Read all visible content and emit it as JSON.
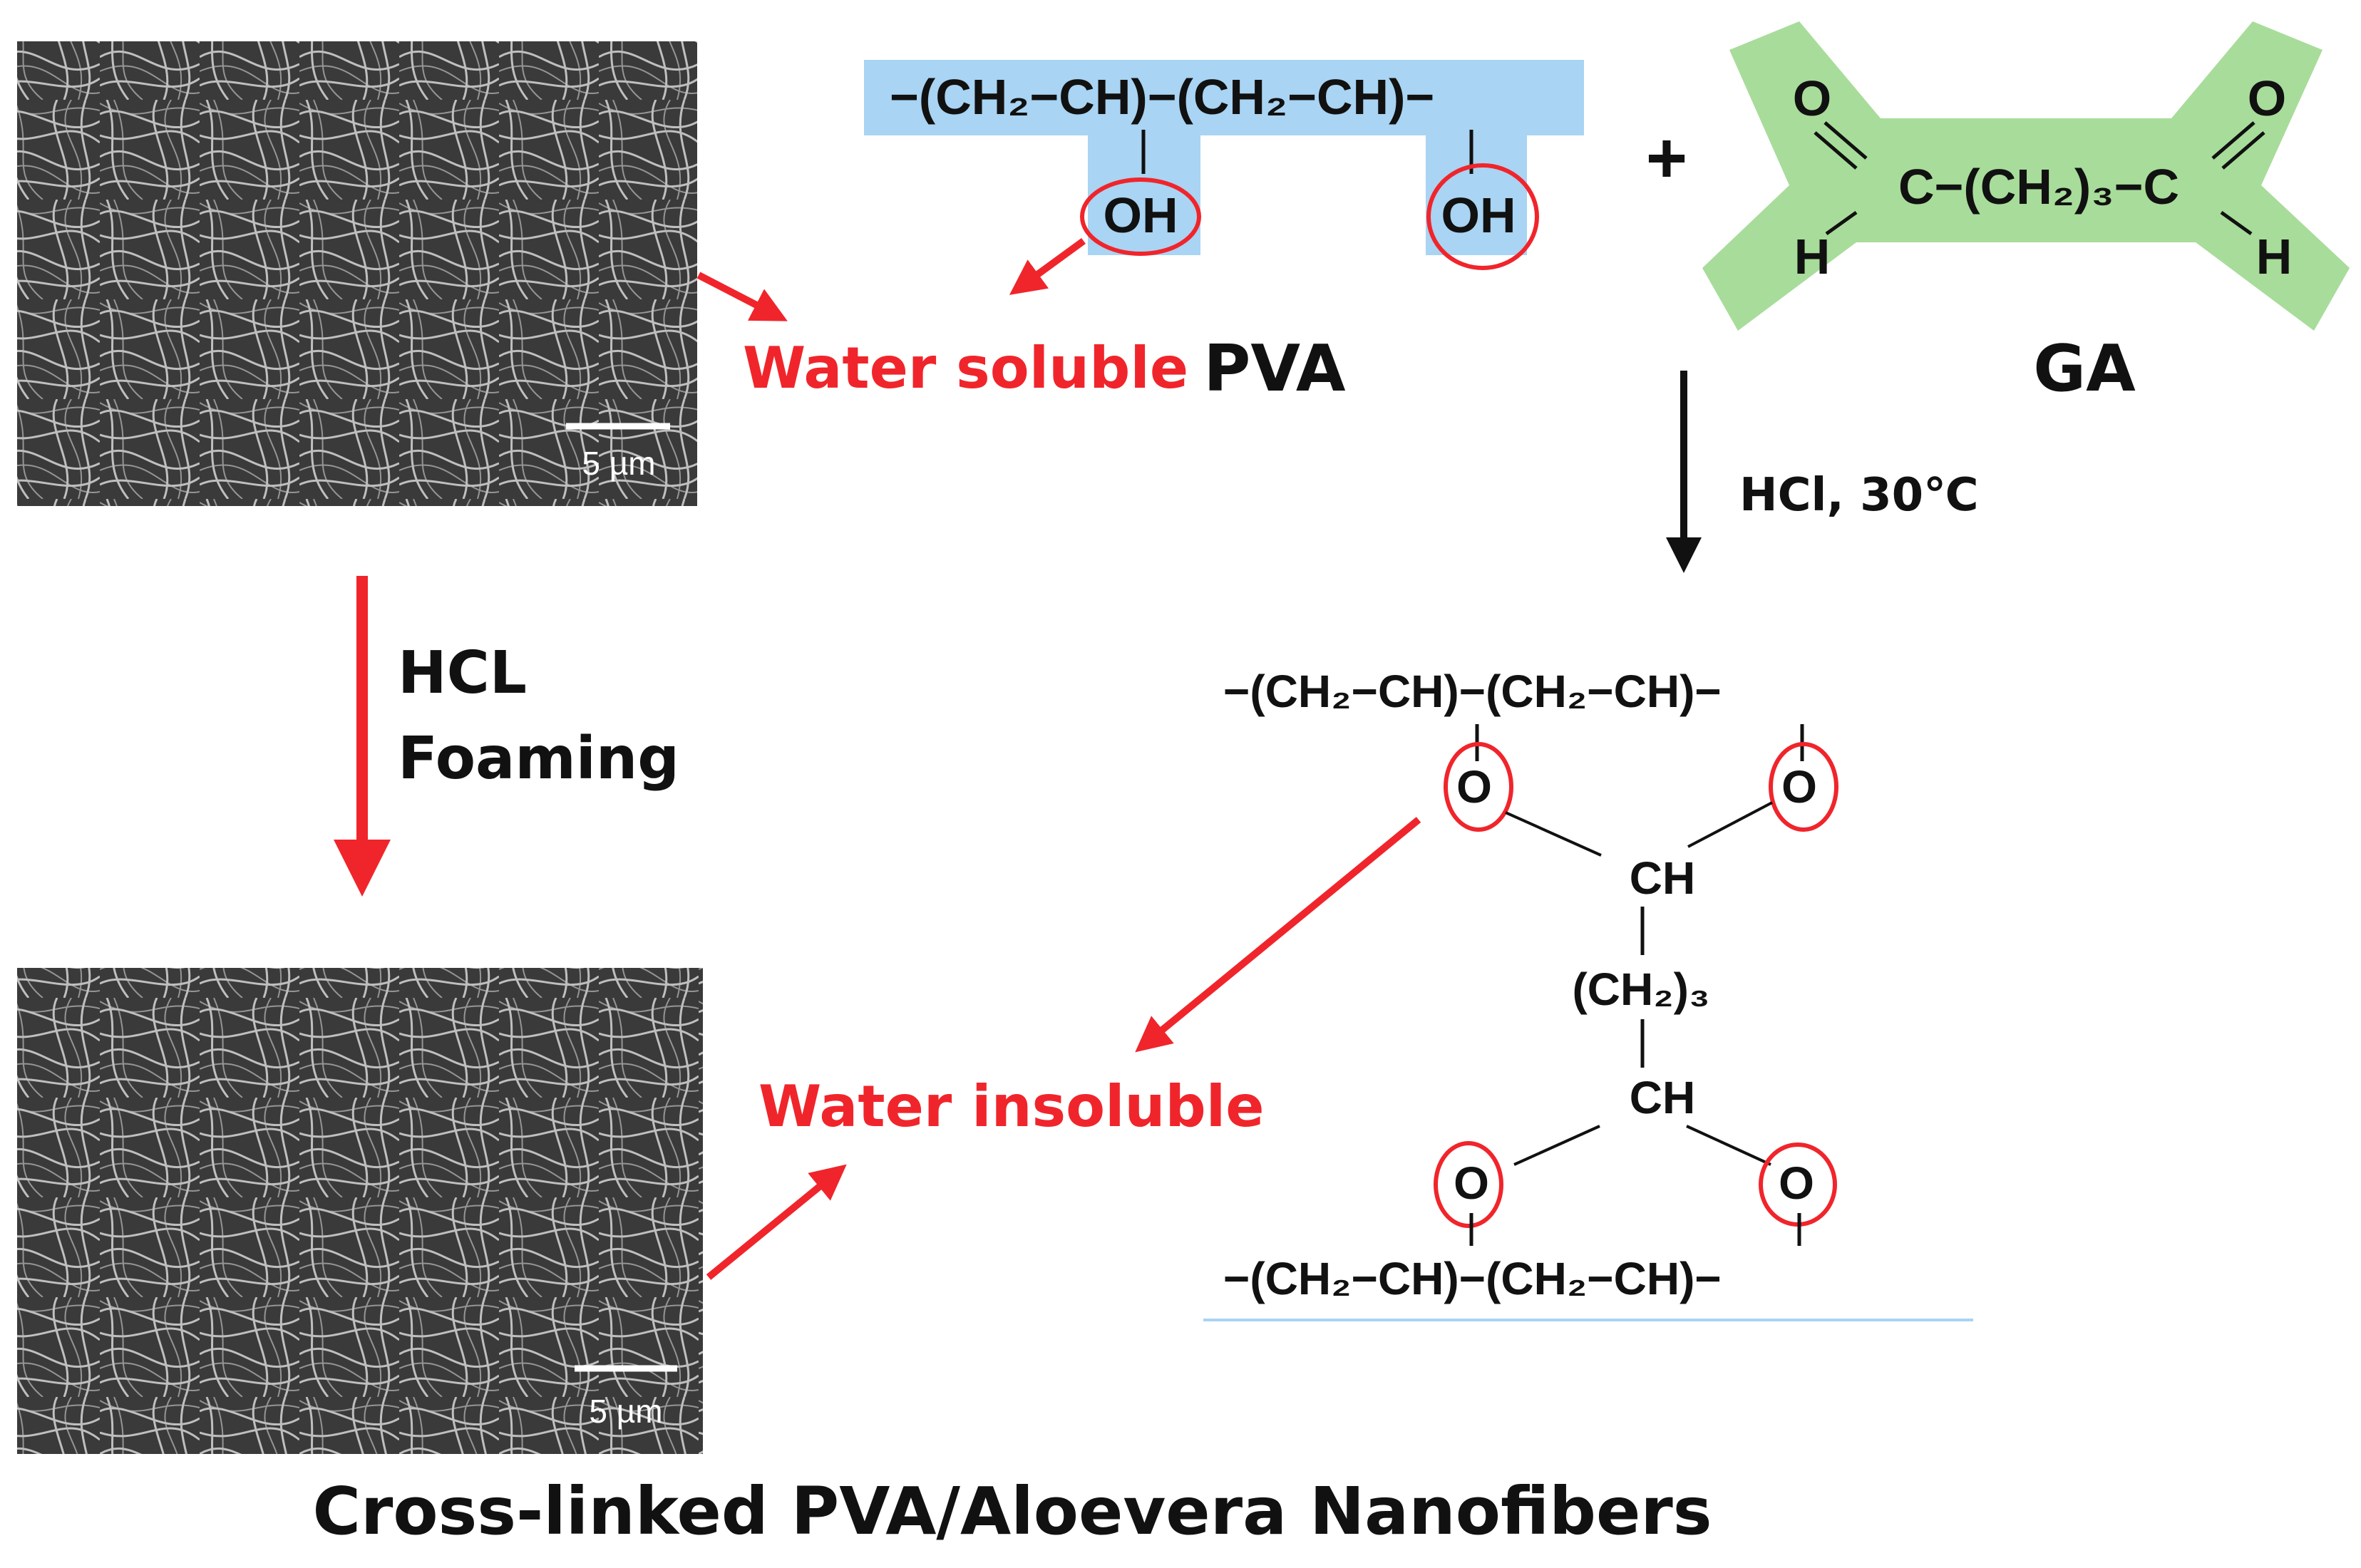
{
  "colors": {
    "red": "#f0252b",
    "pva_highlight": "#a9d4f3",
    "ga_highlight": "#a8dc9a",
    "ink": "#111111"
  },
  "sem_top": {
    "scale_bar": "5 µm"
  },
  "sem_bottom": {
    "scale_bar": "5 µm"
  },
  "pva": {
    "chain": "−(CH₂−CH)−(CH₂−CH)−",
    "oh_left": "OH",
    "oh_right": "OH",
    "name": "PVA"
  },
  "plus_sign": "+",
  "ga": {
    "o_left": "O",
    "o_right": "O",
    "backbone": "C−(CH₂)₃−C",
    "h_left": "H",
    "h_right": "H",
    "name": "GA"
  },
  "labels": {
    "water_soluble": "Water soluble",
    "water_insoluble": "Water insoluble",
    "reaction_condition": "HCl, 30℃",
    "process_line1": "HCL",
    "process_line2": "Foaming",
    "caption": "Cross-linked PVA/Aloevera Nanofibers"
  },
  "product": {
    "chain_top": "−(CH₂−CH)−(CH₂−CH)−",
    "o_top_left": "O",
    "o_top_right": "O",
    "ch_upper": "CH",
    "linker": "(CH₂)₃",
    "ch_lower": "CH",
    "o_bottom_left": "O",
    "o_bottom_right": "O",
    "chain_bottom": "−(CH₂−CH)−(CH₂−CH)−"
  }
}
